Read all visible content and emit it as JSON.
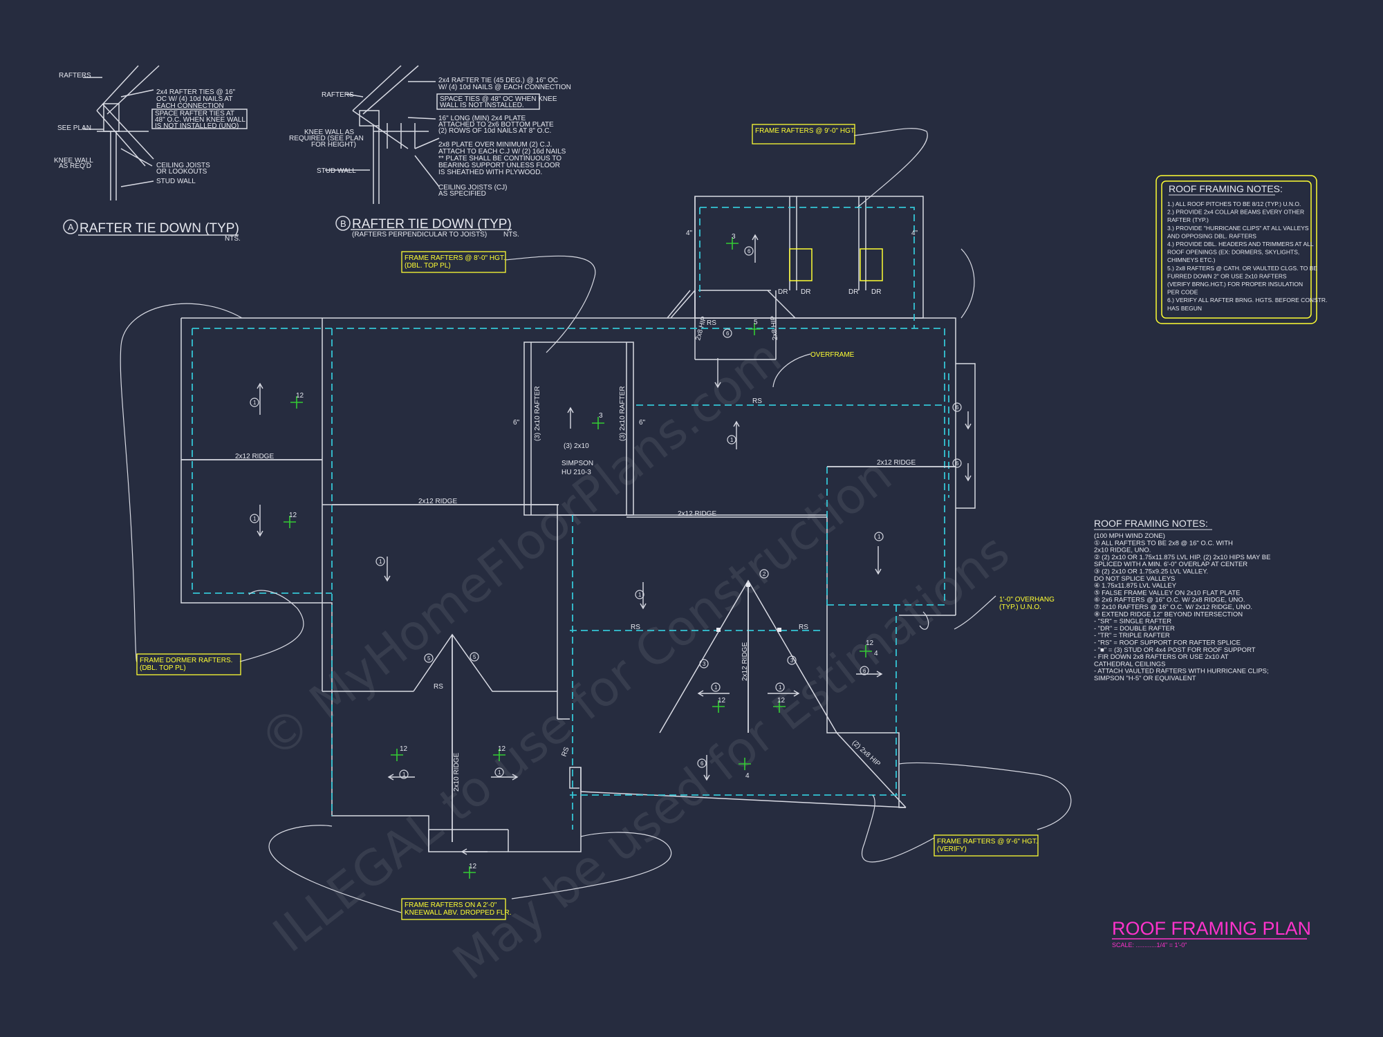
{
  "colors": {
    "background": "#262c3f",
    "line": "#d9dbe4",
    "dash": "#35c6d6",
    "yellow": "#ffff33",
    "magenta": "#ff33cc",
    "green": "#33cc33"
  },
  "details": {
    "a_title": "RAFTER TIE DOWN (TYP)",
    "a_nts": "NTS.",
    "a_rafters": "RAFTERS",
    "a_see_plan": "SEE PLAN",
    "a_knee_1": "KNEE WALL",
    "a_knee_2": "AS REQ'D",
    "a_ceiling_1": "CEILING JOISTS",
    "a_ceiling_2": "OR LOOKOUTS",
    "a_stud": "STUD WALL",
    "a_ties_1": "2x4 RAFTER TIES @ 16\"",
    "a_ties_2": "OC W/ (4) 10d NAILS AT",
    "a_ties_3": "EACH CONNECTION",
    "a_box_1": "SPACE RAFTER TIES AT",
    "a_box_2": "48\" O.C. WHEN KNEE WALL",
    "a_box_3": "IS NOT INSTALLED (UNO)",
    "b_title": "RAFTER TIE DOWN (TYP)",
    "b_sub": "(RAFTERS PERPENDICULAR TO JOISTS)",
    "b_nts": "NTS.",
    "b_rafters": "RAFTERS",
    "b_knee_1": "KNEE WALL AS",
    "b_knee_2": "REQUIRED (SEE PLAN",
    "b_knee_3": "FOR HEIGHT)",
    "b_stud": "STUD WALL",
    "b_n1": "2x4 RAFTER TIE (45 DEG.) @ 16\" OC",
    "b_n2": "W/ (4) 10d NAILS @ EACH CONNECTION",
    "b_box_1": "SPACE TIES @ 48\" OC WHEN KNEE",
    "b_box_2": "WALL IS NOT INSTALLED.",
    "b_n3": "16\" LONG (MIN) 2x4 PLATE",
    "b_n4": "ATTACHED TO 2x6 BOTTOM PLATE",
    "b_n5": "(2) ROWS OF 10d NAILS AT 8\" O.C.",
    "b_n6": "2x8 PLATE OVER MINIMUM (2) C.J.",
    "b_n7": "ATTACH TO EACH C.J W/ (2) 16d NAILS",
    "b_n8": "** PLATE SHALL BE CONTINUOUS TO",
    "b_n9": "BEARING SUPPORT UNLESS FLOOR",
    "b_n10": "IS SHEATHED WITH PLYWOOD.",
    "b_n11": "CEILING JOISTS (CJ)",
    "b_n12": "AS SPECIFIED"
  },
  "callouts": {
    "c1": "FRAME RAFTERS @ 9'-0\" HGT.",
    "c2_1": "FRAME RAFTERS @ 8'-0\" HGT.",
    "c2_2": "(DBL. TOP PL)",
    "c3_1": "FRAME DORMER RAFTERS.",
    "c3_2": "(DBL. TOP PL)",
    "c4_1": "FRAME RAFTERS ON A 2'-0\"",
    "c4_2": "KNEEWALL ABV. DROPPED FLR.",
    "c5_1": "FRAME RAFTERS @ 9'-6\" HGT.",
    "c5_2": "(VERIFY)",
    "overframe": "OVERFRAME",
    "overhang_1": "1'-0\" OVERHANG",
    "overhang_2": "(TYP.) U.N.O."
  },
  "plan_labels": {
    "ridge_left": "2x12 RIDGE",
    "ridge_mid": "2x12 RIDGE",
    "ridge_center": "2x12 RIDGE",
    "ridge_right": "2x12 RIDGE",
    "ridge_vert": "2x12 RIDGE",
    "ridge_2x10": "2x10 RIDGE",
    "rafter_l": "(3) 2x10 RAFTER",
    "rafter_r": "(3) 2x10 RAFTER",
    "beam_1": "(3) 2x10",
    "simpson_1": "SIMPSON",
    "simpson_2": "HU 210-3",
    "hip_1": "2x8 HIP",
    "hip_2": "2x8 HIP",
    "hip_3": "(2) 2x8 HIP",
    "rs": "RS",
    "dr": "DR",
    "pitch_12": "12",
    "pitch_3": "3",
    "pitch_4": "4",
    "pitch_5": "5",
    "dim_4": "4\"",
    "dim_6": "6\""
  },
  "notes_box": {
    "title": "ROOF FRAMING NOTES:",
    "lines": [
      "1.) ALL ROOF PITCHES TO BE 8/12 (TYP.) U.N.O.",
      "2.) PROVIDE 2x4 COLLAR BEAMS EVERY OTHER",
      "     RAFTER (TYP.)",
      "3.) PROVIDE \"HURRICANE CLIPS\" AT ALL VALLEYS",
      "     AND OPPOSING DBL. RAFTERS",
      "4.) PROVIDE DBL. HEADERS AND TRIMMERS AT ALL",
      "     ROOF OPENINGS (EX: DORMERS, SKYLIGHTS,",
      "     CHIMNEYS ETC.)",
      "5.) 2x8 RAFTERS @ CATH. OR VAULTED CLGS. TO BE",
      "     FURRED DOWN 2\" OR USE 2x10 RAFTERS",
      "     (VERIFY BRNG.HGT.) FOR PROPER INSULATION",
      "     PER CODE",
      "6.) VERIFY ALL RAFTER BRNG. HGTS. BEFORE CONSTR.",
      "     HAS BEGUN"
    ]
  },
  "notes_list": {
    "title": "ROOF FRAMING NOTES:",
    "lines": [
      "(100 MPH WIND ZONE)",
      "① ALL RAFTERS TO BE 2x8 @ 16\" O.C. WITH",
      "     2x10 RIDGE, UNO.",
      "② (2) 2x10 OR 1.75x11.875 LVL HIP. (2) 2x10 HIPS MAY BE",
      "     SPLICED WITH A MIN. 6'-0\" OVERLAP AT CENTER",
      "③ (2) 2x10 OR 1.75x9.25 LVL VALLEY.",
      "     DO NOT SPLICE VALLEYS",
      "④ 1.75x11.875 LVL VALLEY",
      "⑤ FALSE FRAME VALLEY ON 2x10 FLAT PLATE",
      "⑥ 2x6 RAFTERS @ 16\" O.C. W/ 2x8 RIDGE, UNO.",
      "⑦ 2x10 RAFTERS @ 16\" O.C. W/ 2x12 RIDGE, UNO.",
      "⑧ EXTEND RIDGE 12\" BEYOND INTERSECTION",
      "-  \"SR\" = SINGLE RAFTER",
      "-  \"DR\" = DOUBLE RAFTER",
      "-  \"TR\" = TRIPLE RAFTER",
      "-  \"RS\" = ROOF SUPPORT FOR RAFTER SPLICE",
      "-  \"■\" = (3) STUD OR 4x4 POST FOR ROOF SUPPORT",
      "-  FIR DOWN 2x8 RAFTERS OR USE 2x10 AT",
      "     CATHEDRAL CEILINGS",
      "-  ATTACH VAULTED RAFTERS WITH HURRICANE CLIPS;",
      "     SIMPSON \"H-5\" OR EQUIVALENT"
    ]
  },
  "sheet": {
    "title": "ROOF FRAMING PLAN",
    "scale": "SCALE: ............1/4\" = 1'-0\""
  },
  "watermark": {
    "line1": "© MyHomeFloorPlans.com",
    "line2": "ILLEGAL to use for Construction",
    "line3": "May be used for Estimations"
  }
}
